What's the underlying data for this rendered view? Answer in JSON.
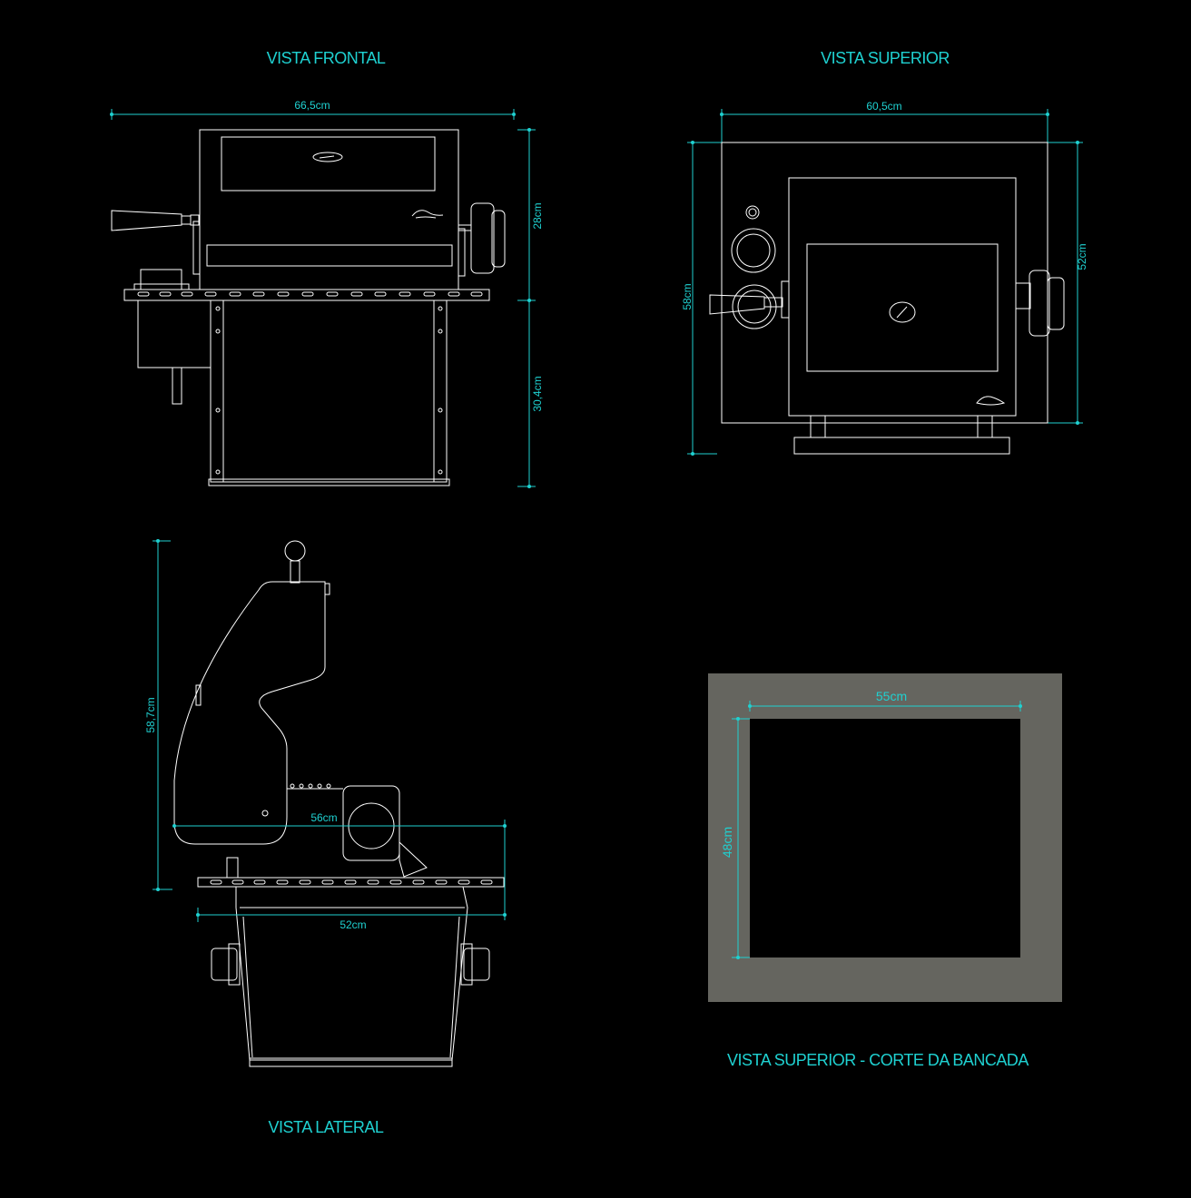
{
  "views": {
    "front": {
      "title": "VISTA FRONTAL",
      "width": "66,5cm",
      "upper_height": "28cm",
      "lower_height": "30,4cm"
    },
    "top": {
      "title": "VISTA SUPERIOR",
      "width": "60,5cm",
      "depth_outer": "58cm",
      "depth_inner": "52cm"
    },
    "side": {
      "title": "VISTA LATERAL",
      "height": "58,7cm",
      "upper_width": "56cm",
      "lower_width": "52cm"
    },
    "cut": {
      "title": "VISTA SUPERIOR -  CORTE DA BANCADA",
      "width": "55cm",
      "depth": "48cm"
    }
  },
  "colors": {
    "background": "#000000",
    "line": "#ffffff",
    "dimension": "#1fd1d1",
    "bench": "#65655f"
  }
}
